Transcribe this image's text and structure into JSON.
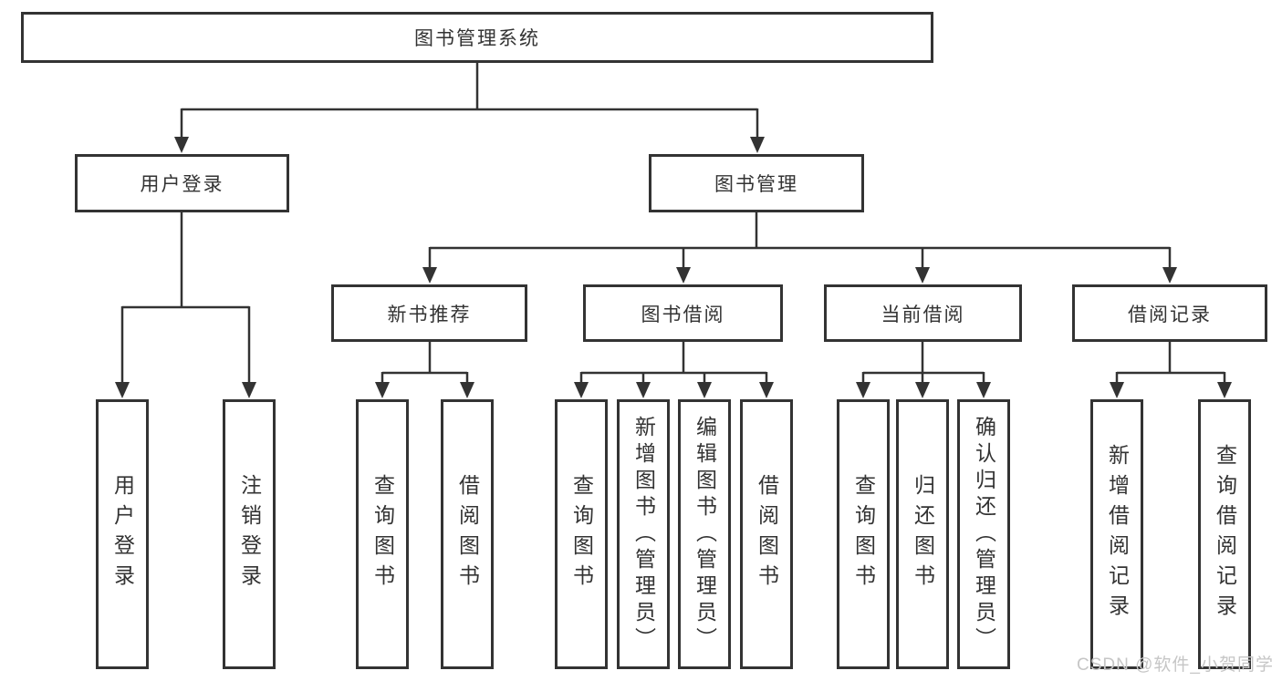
{
  "colors": {
    "line": "#333333",
    "text": "#333333",
    "background": "#ffffff",
    "watermark_text": "#c6c6c6"
  },
  "watermark": "CSDN @软件_小贺同学",
  "nodes": {
    "root": "图书管理系统",
    "user_login": "用户登录",
    "book_mgmt": "图书管理",
    "new_book_rec": "新书推荐",
    "book_borrow": "图书借阅",
    "current_borrow": "当前借阅",
    "borrow_record": "借阅记录",
    "ul_login": "用户登录",
    "ul_logout": "注销登录",
    "nb_query": "查询图书",
    "nb_borrow": "借阅图书",
    "bb_query": "查询图书",
    "bb_add": "新增图书（管理员）",
    "bb_edit": "编辑图书（管理员）",
    "bb_borrow": "借阅图书",
    "cb_query": "查询图书",
    "cb_return": "归还图书",
    "cb_confirm": "确认归还（管理员）",
    "br_add": "新增借阅记录",
    "br_query": "查询借阅记录"
  },
  "hierarchy": {
    "root": "图书管理系统",
    "children": [
      {
        "label": "用户登录",
        "children": [
          "用户登录",
          "注销登录"
        ]
      },
      {
        "label": "图书管理",
        "children": [
          {
            "label": "新书推荐",
            "children": [
              "查询图书",
              "借阅图书"
            ]
          },
          {
            "label": "图书借阅",
            "children": [
              "查询图书",
              "新增图书（管理员）",
              "编辑图书（管理员）",
              "借阅图书"
            ]
          },
          {
            "label": "当前借阅",
            "children": [
              "查询图书",
              "归还图书",
              "确认归还（管理员）"
            ]
          },
          {
            "label": "借阅记录",
            "children": [
              "新增借阅记录",
              "查询借阅记录"
            ]
          }
        ]
      }
    ]
  }
}
